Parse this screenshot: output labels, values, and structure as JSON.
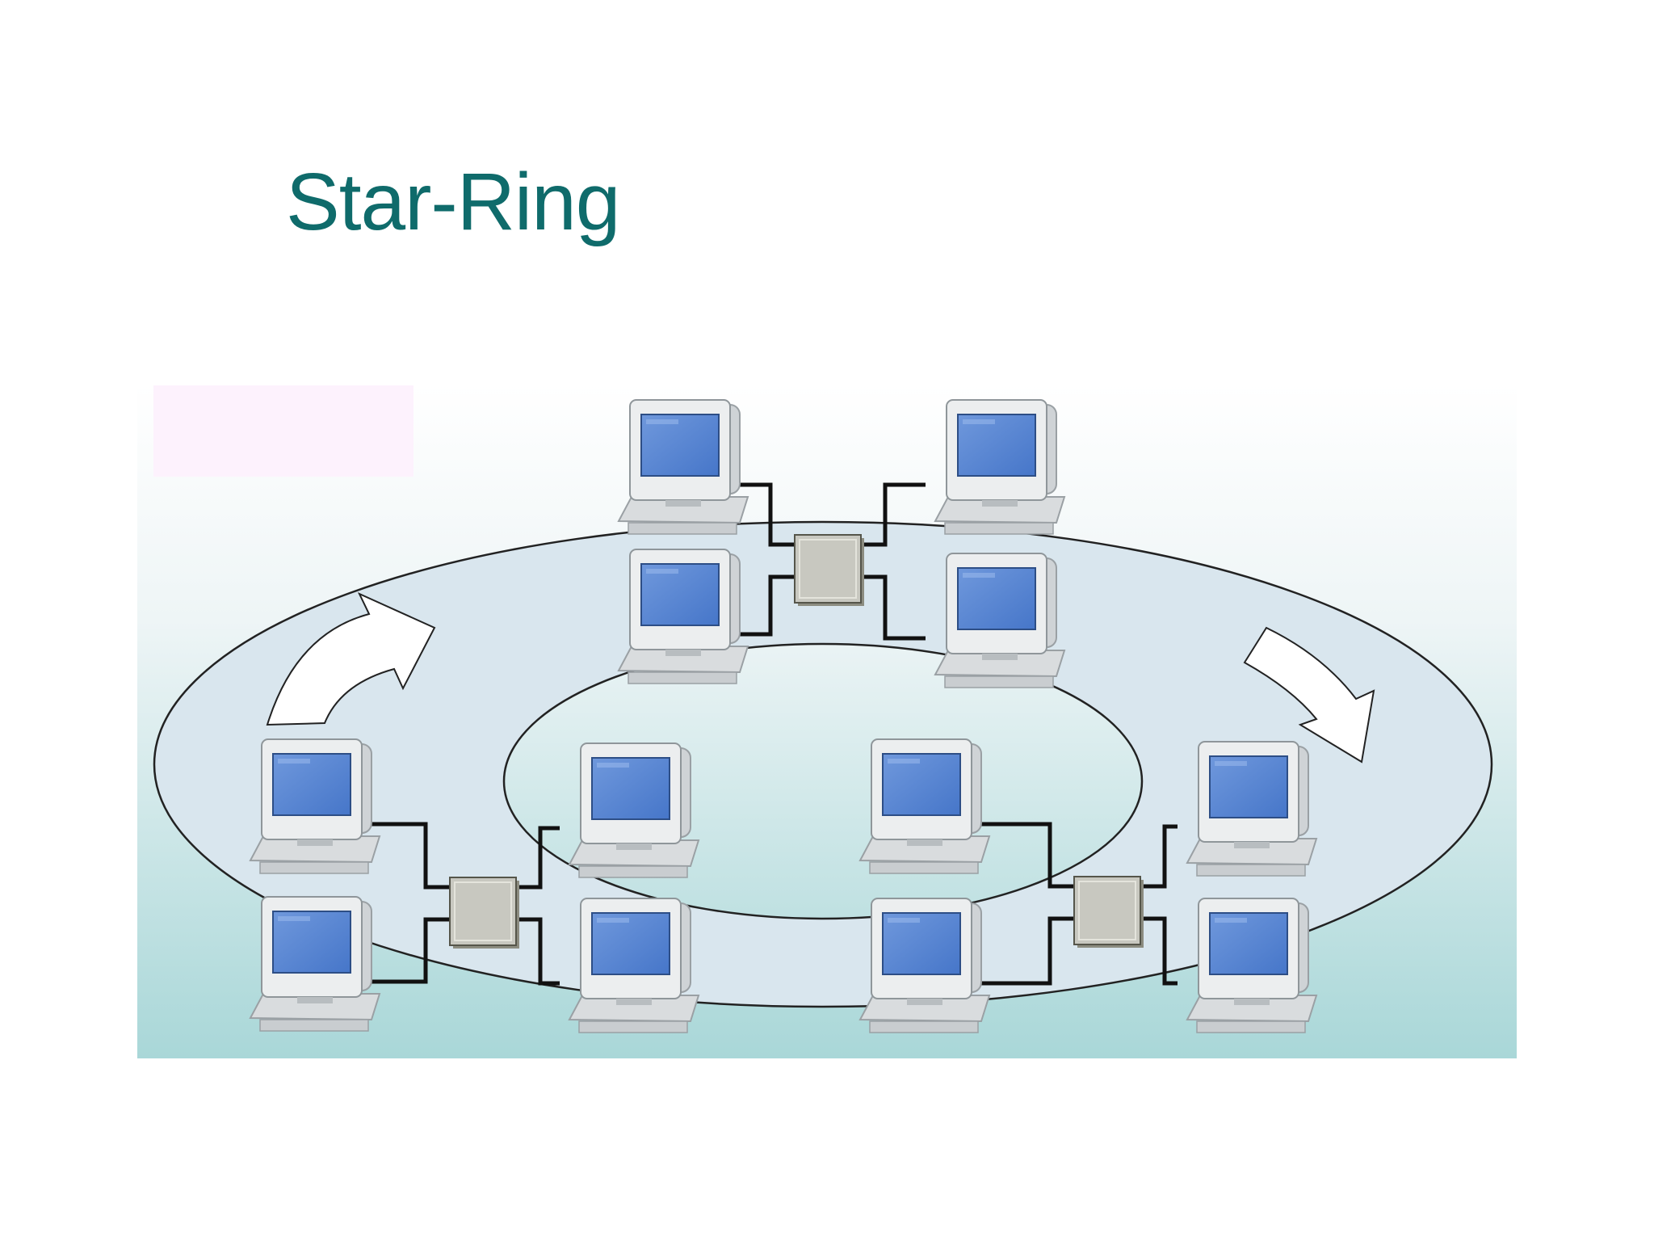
{
  "slide": {
    "title": "Star-Ring"
  },
  "colors": {
    "title": "#0f6b6b",
    "ring_fill": "#d9e6ee",
    "ring_stroke": "#222222",
    "cable": "#111111",
    "hub_fill": "#c8c8c0",
    "monitor_body": "#eceeef",
    "screen": "#4676c9",
    "arrow_fill": "#ffffff",
    "bg_top": "#ffffff",
    "bg_bottom": "#a9d7d8",
    "label_patch": "#fdf2fd"
  },
  "diagram": {
    "topology": "star-ring",
    "direction_arrows": 2,
    "hubs": [
      {
        "id": "hub-top",
        "stations": 4
      },
      {
        "id": "hub-bottom-left",
        "stations": 4
      },
      {
        "id": "hub-bottom-right",
        "stations": 4
      }
    ]
  }
}
